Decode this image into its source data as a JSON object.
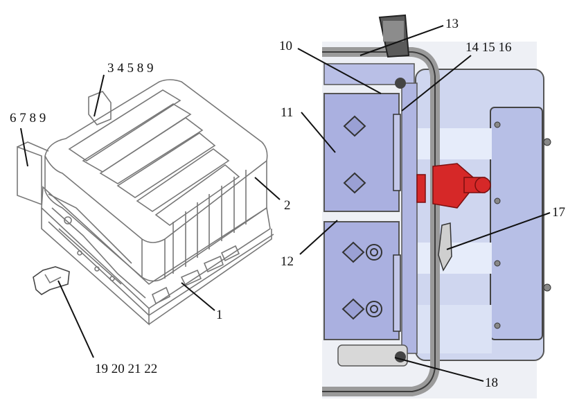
{
  "labels": {
    "l1": "1",
    "l2": "2",
    "l3": "3 4 5 8 9",
    "l6": "6 7 8 9",
    "l10": "10",
    "l11": "11",
    "l12": "12",
    "l13": "13",
    "l14": "14 15 16",
    "l17": "17",
    "l18": "18",
    "l19": "19 20 21 22"
  },
  "colors": {
    "line_art": "#777777",
    "panel_blue": "#aab0e0",
    "red_part": "#d62828",
    "frame_grey": "#9a9a9a",
    "dark_grey": "#3c3c3c"
  }
}
